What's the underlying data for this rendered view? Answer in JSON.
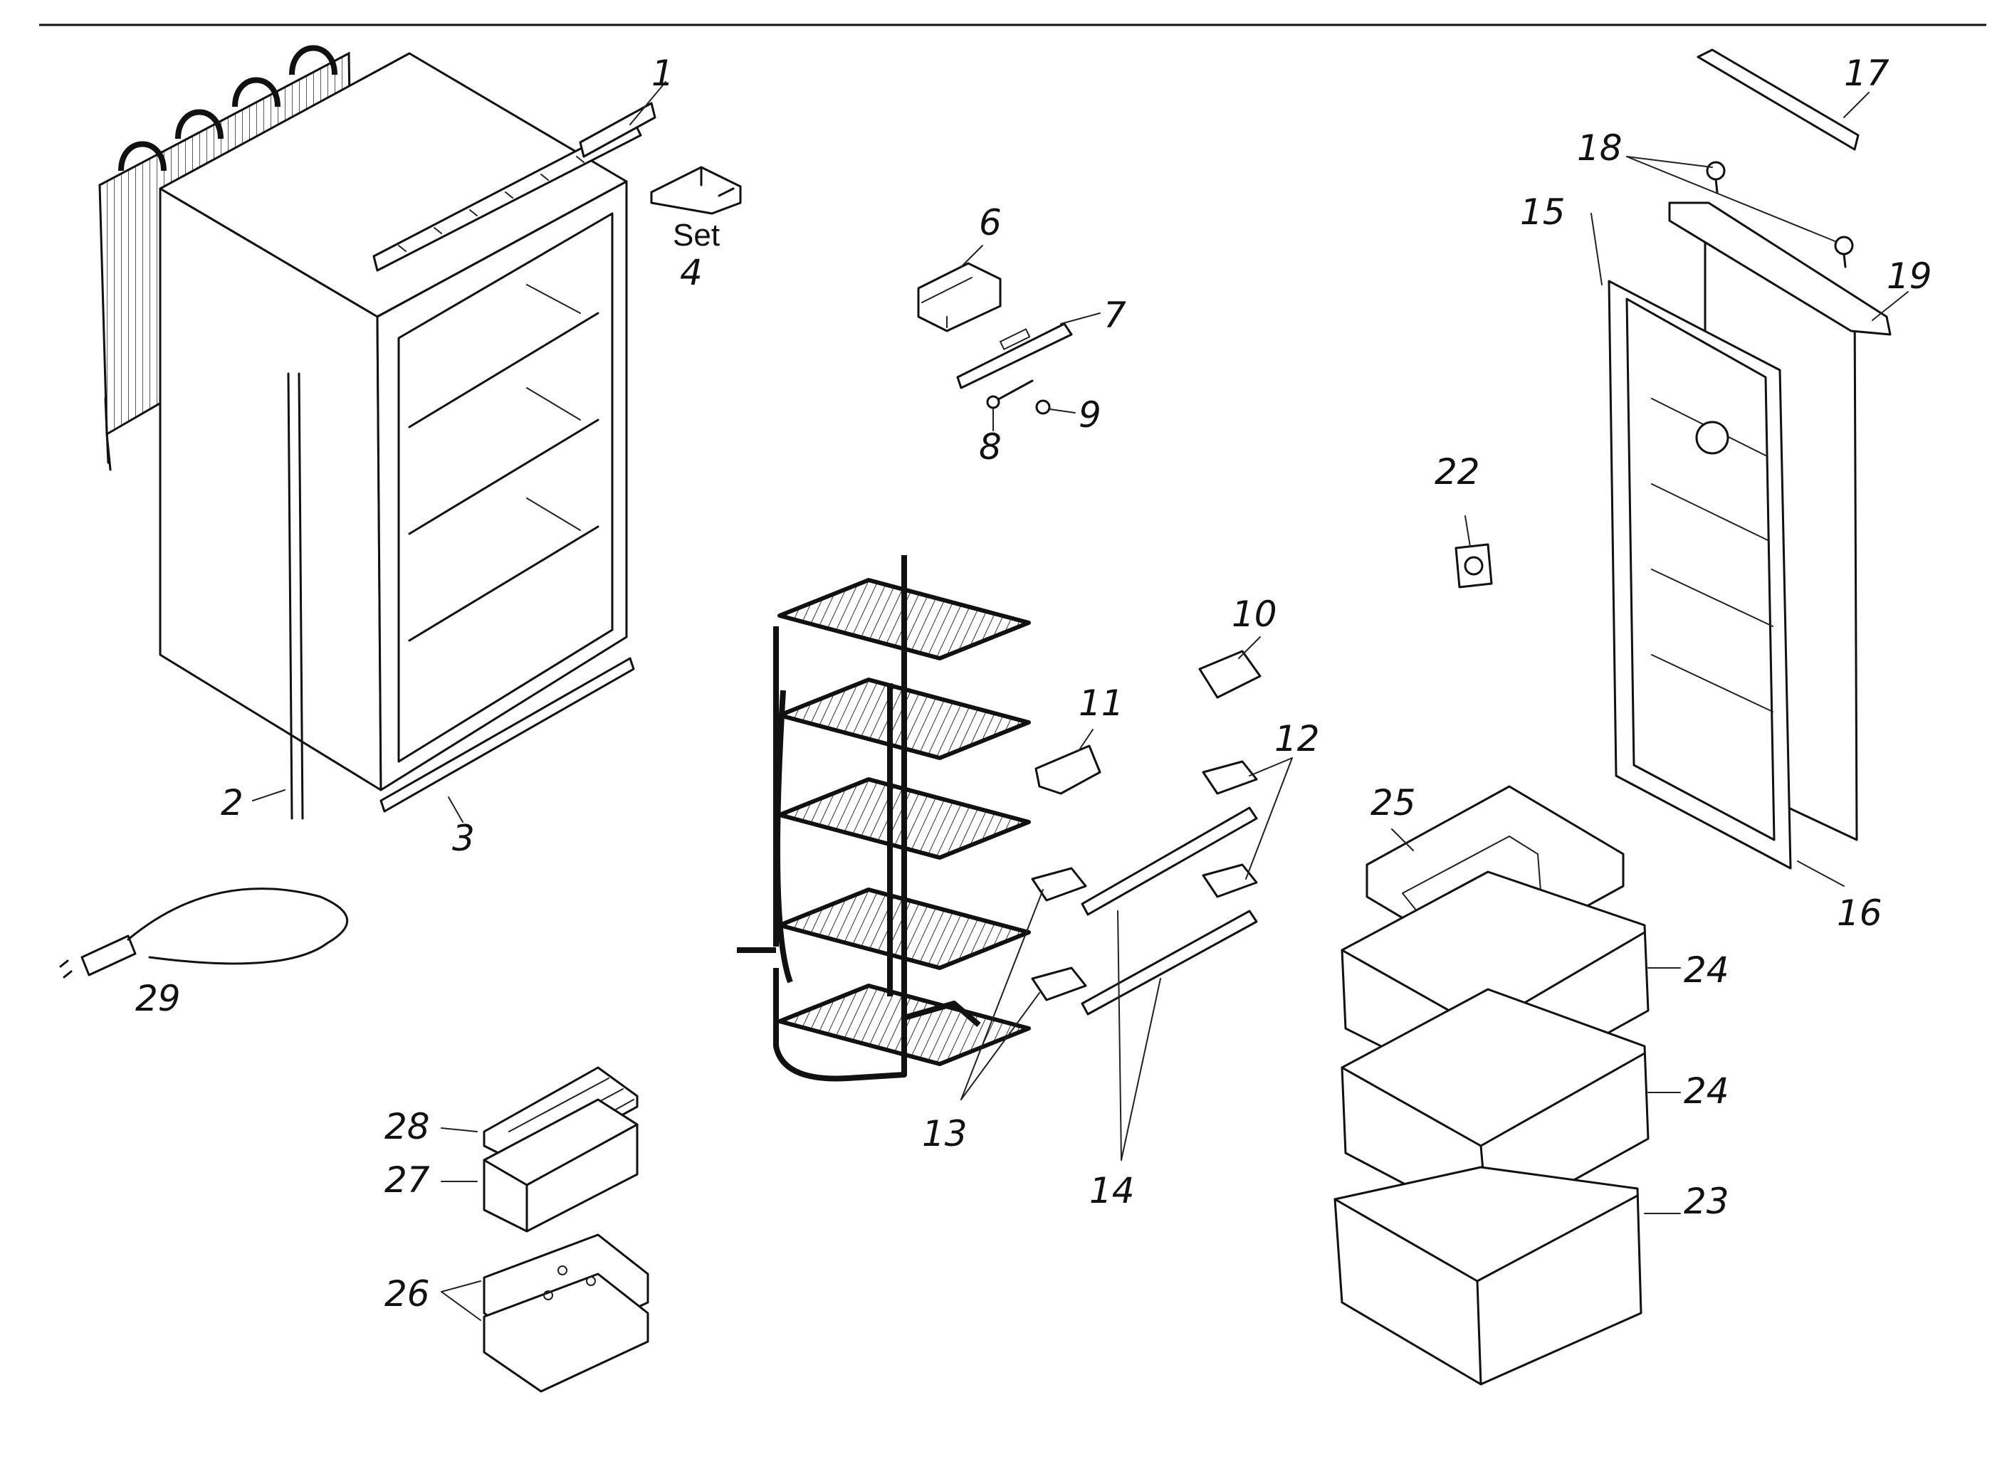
{
  "labels": {
    "p1": "1",
    "p2": "2",
    "p3": "3",
    "p4_set": "Set",
    "p4": "4",
    "p6": "6",
    "p7": "7",
    "p8": "8",
    "p9": "9",
    "p10": "10",
    "p11": "11",
    "p12": "12",
    "p13": "13",
    "p14": "14",
    "p15": "15",
    "p16": "16",
    "p17": "17",
    "p18": "18",
    "p19": "19",
    "p22": "22",
    "p23": "23",
    "p24a": "24",
    "p24b": "24",
    "p25": "25",
    "p26": "26",
    "p27": "27",
    "p28": "28",
    "p29": "29"
  }
}
